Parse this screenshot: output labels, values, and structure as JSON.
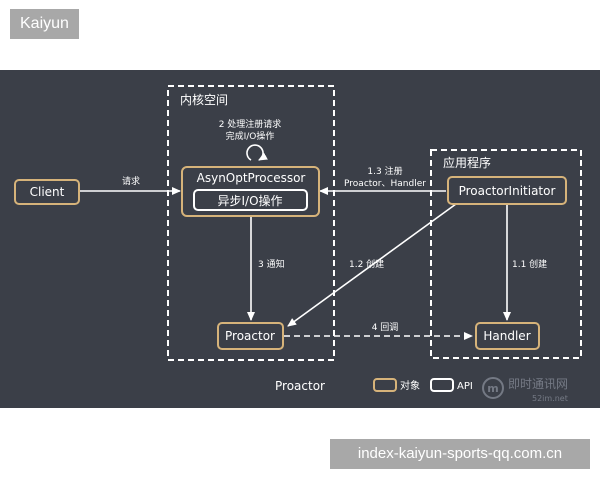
{
  "header": {
    "brand": "Kaiyun"
  },
  "footer": {
    "link_text": "index-kaiyun-sports-qq.com.cn"
  },
  "diagram": {
    "regions": {
      "kernel": "内核空间",
      "app": "应用程序"
    },
    "nodes": {
      "client": "Client",
      "processor": "AsynOptProcessor",
      "async_io": "异步I/O操作",
      "proactor": "Proactor",
      "initiator": "ProactorInitiator",
      "handler": "Handler"
    },
    "edges": {
      "request": "请求",
      "process_line1": "2 处理注册请求",
      "process_line2": "完成I/O操作",
      "register_line1": "1.3 注册",
      "register_line2": "Proactor、Handler",
      "notify": "3 通知",
      "create_proactor": "1.2 创建",
      "create_handler": "1.1 创建",
      "callback": "4 回调"
    },
    "legend": {
      "title": "Proactor",
      "object": "对象",
      "api": "API"
    },
    "watermark": {
      "name": "即时通讯网",
      "url": "52im.net"
    },
    "colors": {
      "background": "#3b3f48",
      "object_border": "#d6b37a",
      "api_border": "#ffffff"
    }
  }
}
